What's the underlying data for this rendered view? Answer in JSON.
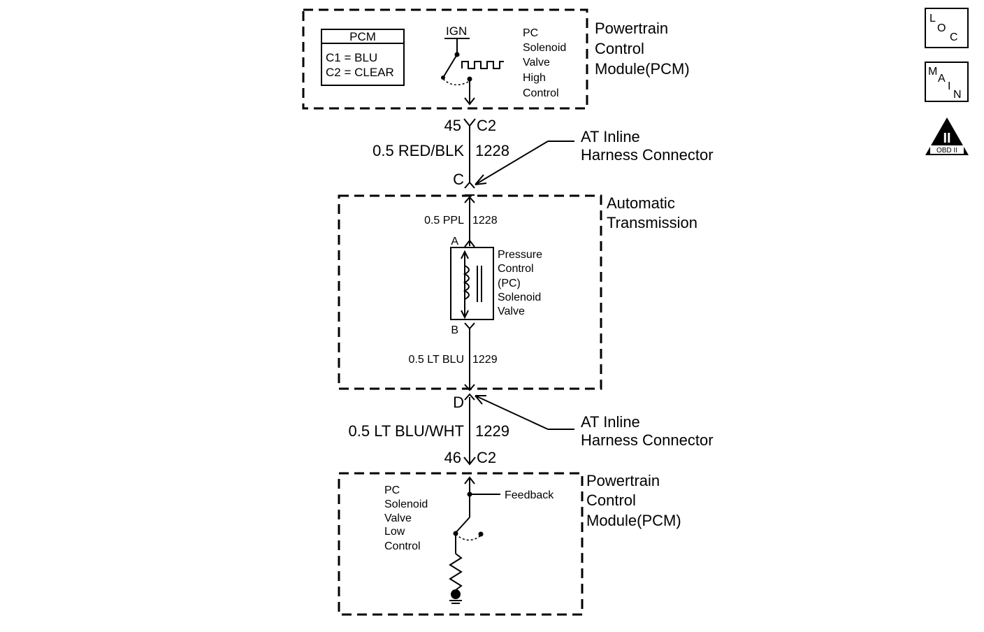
{
  "pcm_top": {
    "title": "Powertrain",
    "title_l2": "Control",
    "title_l3": "Module(PCM)",
    "legend_header": "PCM",
    "legend_c1": "C1 = BLU",
    "legend_c2": "C2 = CLEAR",
    "ign_label": "IGN",
    "control_l1": "PC",
    "control_l2": "Solenoid",
    "control_l3": "Valve",
    "control_l4": "High",
    "control_l5": "Control"
  },
  "connector_top": {
    "pin": "45",
    "conn": "C2"
  },
  "wire_1": {
    "gauge_color": "0.5 RED/BLK",
    "circuit": "1228"
  },
  "inline_top": {
    "label_l1": "AT Inline",
    "label_l2": "Harness Connector",
    "pin": "C"
  },
  "transmission": {
    "title_l1": "Automatic",
    "title_l2": "Transmission",
    "wire_a_color": "0.5 PPL",
    "wire_a_circuit": "1228",
    "pin_a": "A",
    "pin_b": "B",
    "solenoid_l1": "Pressure",
    "solenoid_l2": "Control",
    "solenoid_l3": "(PC)",
    "solenoid_l4": "Solenoid",
    "solenoid_l5": "Valve",
    "wire_b_color": "0.5 LT BLU",
    "wire_b_circuit": "1229"
  },
  "inline_bottom": {
    "pin": "D",
    "label_l1": "AT Inline",
    "label_l2": "Harness Connector"
  },
  "wire_2": {
    "gauge_color": "0.5 LT BLU/WHT",
    "circuit": "1229"
  },
  "connector_bottom": {
    "pin": "46",
    "conn": "C2"
  },
  "pcm_bottom": {
    "title": "Powertrain",
    "title_l2": "Control",
    "title_l3": "Module(PCM)",
    "control_l1": "PC",
    "control_l2": "Solenoid",
    "control_l3": "Valve",
    "control_l4": "Low",
    "control_l5": "Control",
    "feedback_label": "Feedback"
  },
  "nav": {
    "loc_l": "L",
    "loc_o": "O",
    "loc_c": "C",
    "main_m": "M",
    "main_a": "A",
    "main_i": "I",
    "main_n": "N",
    "obd_numeral": "II",
    "obd_label": "OBD II"
  }
}
